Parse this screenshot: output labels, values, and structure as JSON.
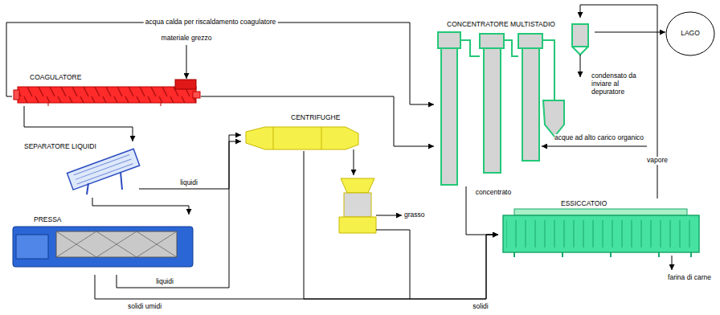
{
  "diagram": {
    "nodes": [
      {
        "text": [
          "COAGULATORE"
        ]
      },
      {
        "text": [
          "SEPARATORE LIQUIDI"
        ]
      },
      {
        "text": [
          "PRESSA"
        ]
      },
      {
        "text": [
          "CENTRIFUGHE"
        ]
      },
      {
        "text": [
          "CONCENTRATORE MULTISTADIO"
        ]
      },
      {
        "text": [
          "ESSICCATOIO"
        ]
      },
      {
        "text": [
          "LAGO"
        ]
      }
    ],
    "edges": [
      {
        "from": 0,
        "to": 1,
        "arrow": "to"
      },
      {
        "from": 1,
        "to": 2,
        "arrow": "to"
      },
      {
        "from": 1,
        "to": 3,
        "label": "liquidi",
        "arrow": "to"
      },
      {
        "from": 2,
        "to": 3,
        "label": "liquidi",
        "arrow": "to"
      },
      {
        "from": 2,
        "to": 5,
        "label": "solidi umidi",
        "arrow": "to"
      },
      {
        "from": 3,
        "to": 5,
        "arrow": "to"
      },
      {
        "from": 0,
        "to": 4,
        "arrow": "to"
      },
      {
        "from": 0,
        "to": 4,
        "label": "acqua calda per riscaldamento coagulatore",
        "arrow": "to"
      },
      {
        "from": 4,
        "to": 5,
        "label": "concentrato",
        "arrow": "to"
      },
      {
        "from": 5,
        "to": 4,
        "label": "vapore",
        "arrow": "to"
      },
      {
        "from": 4,
        "to": 6,
        "arrow": "to"
      }
    ],
    "labels": [
      "materiale grezzo",
      "grasso",
      "solidi",
      "condensato da inviare al depuratore",
      "acque ad alto carico organico",
      "farina di carne"
    ]
  }
}
